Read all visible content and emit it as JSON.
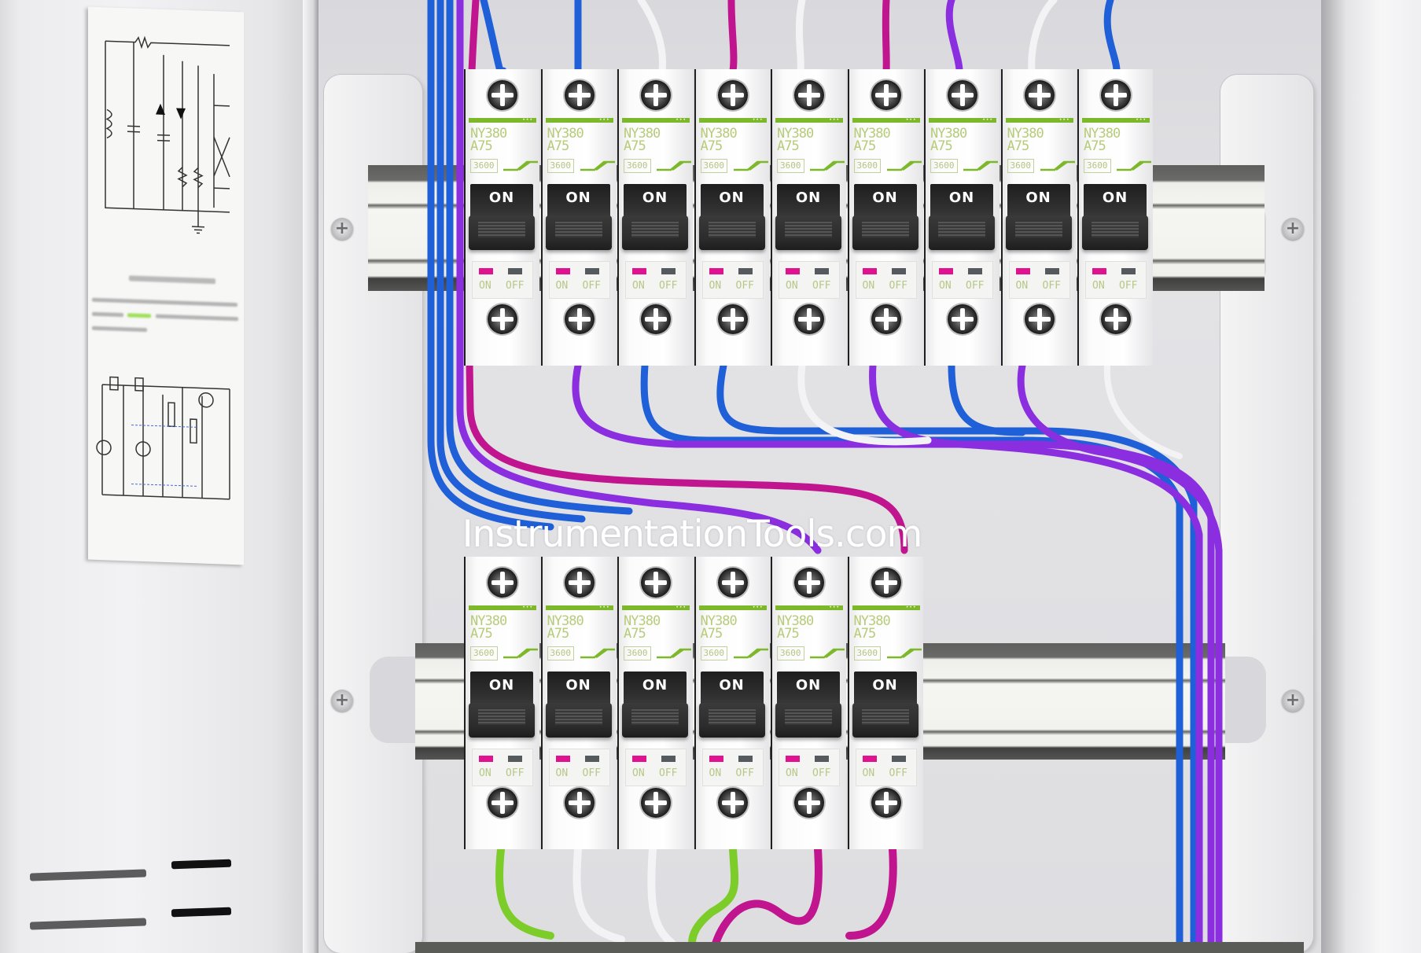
{
  "watermark": "InstrumentationTools.com",
  "breaker_common": {
    "model_line1": "NY380",
    "model_line2": "A75",
    "rating": "3600",
    "toggle_label": "ON",
    "indicator_on_label": "ON",
    "indicator_off_label": "OFF",
    "state": "ON"
  },
  "colors": {
    "green_bar": "#7db82a",
    "led_on": "#e0128f",
    "led_off": "#555a5f",
    "wire_blue": "#1f5fd8",
    "wire_purple": "#8a2ee0",
    "wire_magenta": "#c0158f",
    "wire_white": "#f0f0f2",
    "wire_green": "#7ccc2a"
  },
  "rows": [
    {
      "name": "upper-din-rail",
      "count": 9,
      "breakers": [
        {
          "model_line1": "NY380",
          "model_line2": "A75",
          "rating": "3600",
          "toggle": "ON",
          "on": "ON",
          "off": "OFF"
        },
        {
          "model_line1": "NY380",
          "model_line2": "A75",
          "rating": "3600",
          "toggle": "ON",
          "on": "ON",
          "off": "OFF"
        },
        {
          "model_line1": "NY380",
          "model_line2": "A75",
          "rating": "3600",
          "toggle": "ON",
          "on": "ON",
          "off": "OFF"
        },
        {
          "model_line1": "NY380",
          "model_line2": "A75",
          "rating": "3600",
          "toggle": "ON",
          "on": "ON",
          "off": "OFF"
        },
        {
          "model_line1": "NY380",
          "model_line2": "A75",
          "rating": "3600",
          "toggle": "ON",
          "on": "ON",
          "off": "OFF"
        },
        {
          "model_line1": "NY380",
          "model_line2": "A75",
          "rating": "3600",
          "toggle": "ON",
          "on": "ON",
          "off": "OFF"
        },
        {
          "model_line1": "NY380",
          "model_line2": "A75",
          "rating": "3600",
          "toggle": "ON",
          "on": "ON",
          "off": "OFF"
        },
        {
          "model_line1": "NY380",
          "model_line2": "A75",
          "rating": "3600",
          "toggle": "ON",
          "on": "ON",
          "off": "OFF"
        },
        {
          "model_line1": "NY380",
          "model_line2": "A75",
          "rating": "3600",
          "toggle": "ON",
          "on": "ON",
          "off": "OFF"
        }
      ]
    },
    {
      "name": "lower-din-rail",
      "count": 6,
      "breakers": [
        {
          "model_line1": "NY380",
          "model_line2": "A75",
          "rating": "3600",
          "toggle": "ON",
          "on": "ON",
          "off": "OFF"
        },
        {
          "model_line1": "NY380",
          "model_line2": "A75",
          "rating": "3600",
          "toggle": "ON",
          "on": "ON",
          "off": "OFF"
        },
        {
          "model_line1": "NY380",
          "model_line2": "A75",
          "rating": "3600",
          "toggle": "ON",
          "on": "ON",
          "off": "OFF"
        },
        {
          "model_line1": "NY380",
          "model_line2": "A75",
          "rating": "3600",
          "toggle": "ON",
          "on": "ON",
          "off": "OFF"
        },
        {
          "model_line1": "NY380",
          "model_line2": "A75",
          "rating": "3600",
          "toggle": "ON",
          "on": "ON",
          "off": "OFF"
        },
        {
          "model_line1": "NY380",
          "model_line2": "A75",
          "rating": "3600",
          "toggle": "ON",
          "on": "ON",
          "off": "OFF"
        }
      ]
    }
  ]
}
